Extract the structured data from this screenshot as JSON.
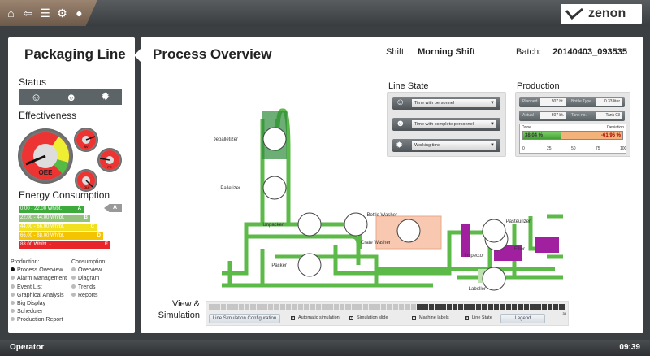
{
  "topbar": {
    "icons": [
      "home-icon",
      "back-arrow-icon",
      "list-icon",
      "gear-icon",
      "user-icon"
    ],
    "brand": "zenon"
  },
  "left": {
    "title": "Packaging Line",
    "status_label": "Status",
    "status_icons": [
      "person-icon",
      "persons-icon",
      "gear-icon"
    ],
    "effectiveness_label": "Effectiveness",
    "gauges": [
      "OEE",
      "AV",
      "PE",
      "QU"
    ],
    "energy_label": "Energy Consumption",
    "energy_classes": [
      {
        "range": "0.00 - 22.00 Wh/bt.",
        "class": "A",
        "color": "#3cab3c"
      },
      {
        "range": "22.00 - 44.00 Wh/bt.",
        "class": "B",
        "color": "#92c27c"
      },
      {
        "range": "44.00 - 66.00 Wh/bt.",
        "class": "C",
        "color": "#f0e020"
      },
      {
        "range": "66.00 - 88.00 Wh/bt.",
        "class": "D",
        "color": "#f5c400"
      },
      {
        "range": "88.00 Wh/bt. -",
        "class": "E",
        "color": "#e8262a"
      }
    ],
    "energy_current": "A",
    "production_label": "Production:",
    "production_items": [
      "Process Overview",
      "Alarm Management",
      "Event List",
      "Graphical Analysis",
      "Big Display",
      "Scheduler",
      "Production Report"
    ],
    "consumption_label": "Consumption:",
    "consumption_items": [
      "Overview",
      "Diagram",
      "Trends",
      "Reports"
    ]
  },
  "main": {
    "title": "Process Overview",
    "shift_label": "Shift:",
    "shift": "Morning Shift",
    "batch_label": "Batch:",
    "batch": "20140403_093535",
    "line_state": {
      "title": "Line State",
      "rows": [
        "Time with personnel",
        "Time with complete personnel",
        "Working time"
      ]
    },
    "production": {
      "title": "Production",
      "planned_label": "Planned",
      "planned": "807 bt.",
      "bottle_type_label": "Bottle Type",
      "bottle_type": "0.33 liter",
      "actual_label": "Actual",
      "actual": "307 bt.",
      "tank_label": "Tank no.",
      "tank": "Tank 03",
      "done_label": "Done",
      "deviation_label": "Deviation",
      "done": "38.04 %",
      "done_value": 38.04,
      "deviation": "-61.96 %",
      "ticks": [
        "0",
        "25",
        "50",
        "75",
        "100"
      ]
    },
    "machines": [
      "Depalletizer",
      "Palletizer",
      "Unpacker",
      "Packer",
      "Crate Washer",
      "Bottle Washer",
      "Inspector",
      "Filler",
      "Labeller",
      "Pasteurizer"
    ],
    "simulation": {
      "label1": "View &",
      "label2": "Simulation",
      "config_button": "Line Simulation Configuration",
      "checks": [
        "Automatic simulation",
        "Simulation slide",
        "Machine labels",
        "Line State"
      ],
      "legend_button": "Legend",
      "slider_max": "35"
    }
  },
  "statusbar": {
    "user": "Operator",
    "time": "09:39"
  },
  "colors": {
    "conveyor": "#5cba48",
    "accent_green": "#3cab3c",
    "deviation": "#f3b27a"
  }
}
